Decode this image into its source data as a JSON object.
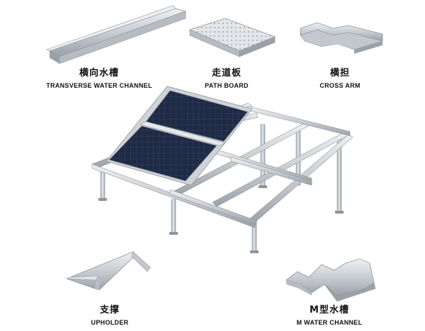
{
  "components": [
    {
      "id": "transverse-water-channel",
      "name_cn": "横向水槽",
      "name_en": "TRANSVERSE WATER CHANNEL"
    },
    {
      "id": "path-board",
      "name_cn": "走道板",
      "name_en": "PATH BOARD"
    },
    {
      "id": "cross-arm",
      "name_cn": "横担",
      "name_en": "CROSS ARM"
    },
    {
      "id": "upholder",
      "name_cn": "支撑",
      "name_en": "UPHOLDER"
    },
    {
      "id": "m-water-channel",
      "name_cn": "M型水槽",
      "name_en": "M WATER CHANNEL"
    }
  ],
  "colors": {
    "metal_light": "#d9dde1",
    "metal_mid": "#b7bcc2",
    "metal_dark": "#8e959c",
    "panel_cell": "#1f2a44",
    "panel_frame": "#cfd3d8",
    "text": "#111111"
  }
}
